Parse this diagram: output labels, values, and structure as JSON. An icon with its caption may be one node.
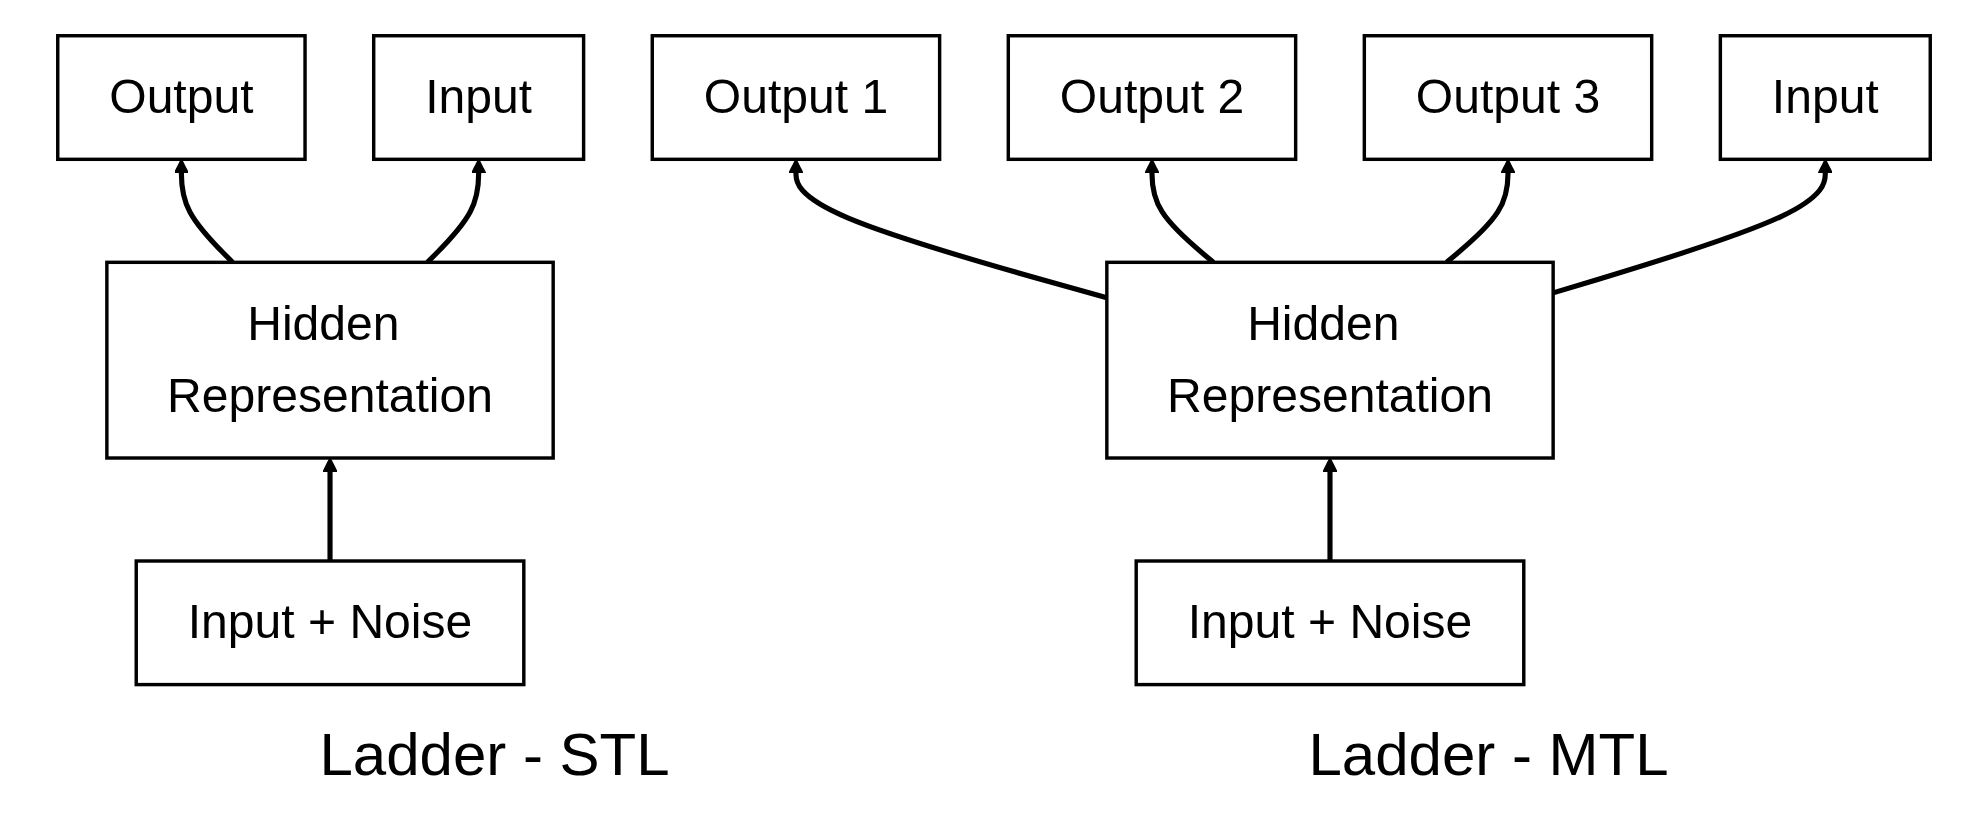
{
  "diagram": {
    "nodes": [
      {
        "text": [
          "Output"
        ]
      },
      {
        "text": [
          "Hidden Representation"
        ]
      },
      {
        "text": [
          "Input + Noise"
        ]
      },
      {
        "text": [
          "Input"
        ]
      },
      {
        "text": [
          "Output 1"
        ]
      },
      {
        "text": [
          "Output 2"
        ]
      },
      {
        "text": [
          "Output 3"
        ]
      },
      {
        "text": [
          "Hidden Representation"
        ]
      },
      {
        "text": [
          "Input + Noise"
        ]
      },
      {
        "text": [
          "Input"
        ]
      }
    ],
    "edges": [
      {
        "from": 1,
        "to": 0,
        "arrow": "to"
      },
      {
        "from": 2,
        "to": 1,
        "arrow": "to"
      },
      {
        "from": 1,
        "to": 3,
        "arrow": "to"
      },
      {
        "from": 7,
        "to": 4,
        "arrow": "to"
      },
      {
        "from": 7,
        "to": 5,
        "arrow": "to"
      },
      {
        "from": 7,
        "to": 6,
        "arrow": "to"
      },
      {
        "from": 8,
        "to": 7,
        "arrow": "to"
      },
      {
        "from": 7,
        "to": 9,
        "arrow": "to"
      }
    ],
    "labels": [
      "Ladder - STL",
      "Ladder - MTL"
    ]
  }
}
